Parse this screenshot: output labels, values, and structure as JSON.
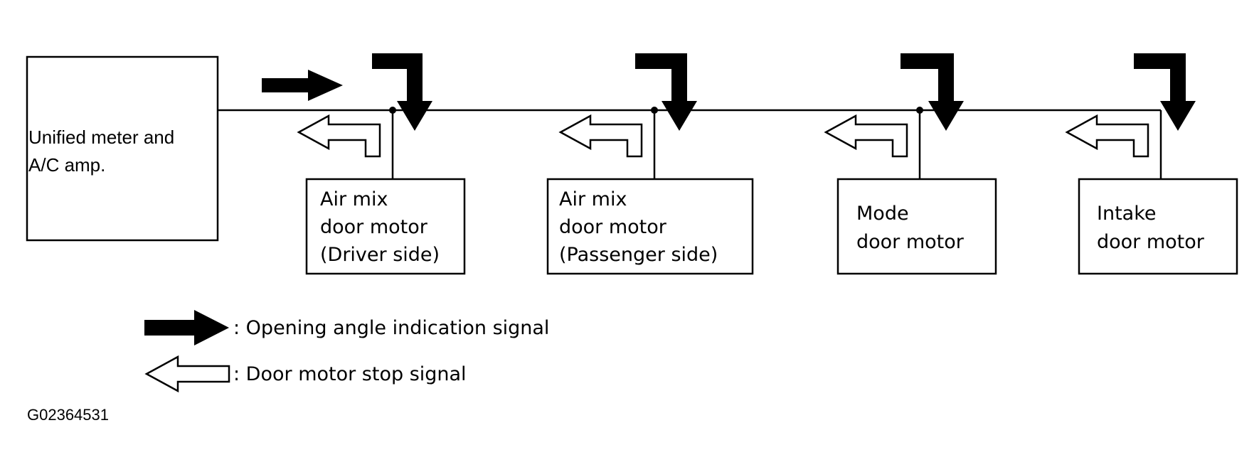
{
  "amp": {
    "line1": "Unified meter and",
    "line2": "A/C amp."
  },
  "motors": [
    {
      "lines": [
        "Air mix",
        "door motor",
        "(Driver side)"
      ]
    },
    {
      "lines": [
        "Air mix",
        "door motor",
        "(Passenger side)"
      ]
    },
    {
      "lines": [
        "Mode",
        "door motor"
      ]
    },
    {
      "lines": [
        "Intake",
        "door motor"
      ]
    }
  ],
  "legend": {
    "solid_label": ": Opening angle indication signal",
    "hollow_label": ": Door motor stop signal"
  },
  "figure_id": "G02364531",
  "colors": {
    "line": "#000000",
    "background": "#ffffff"
  },
  "icons": {
    "solid_arrow": "solid-arrow-icon",
    "hollow_arrow": "hollow-arrow-icon"
  }
}
